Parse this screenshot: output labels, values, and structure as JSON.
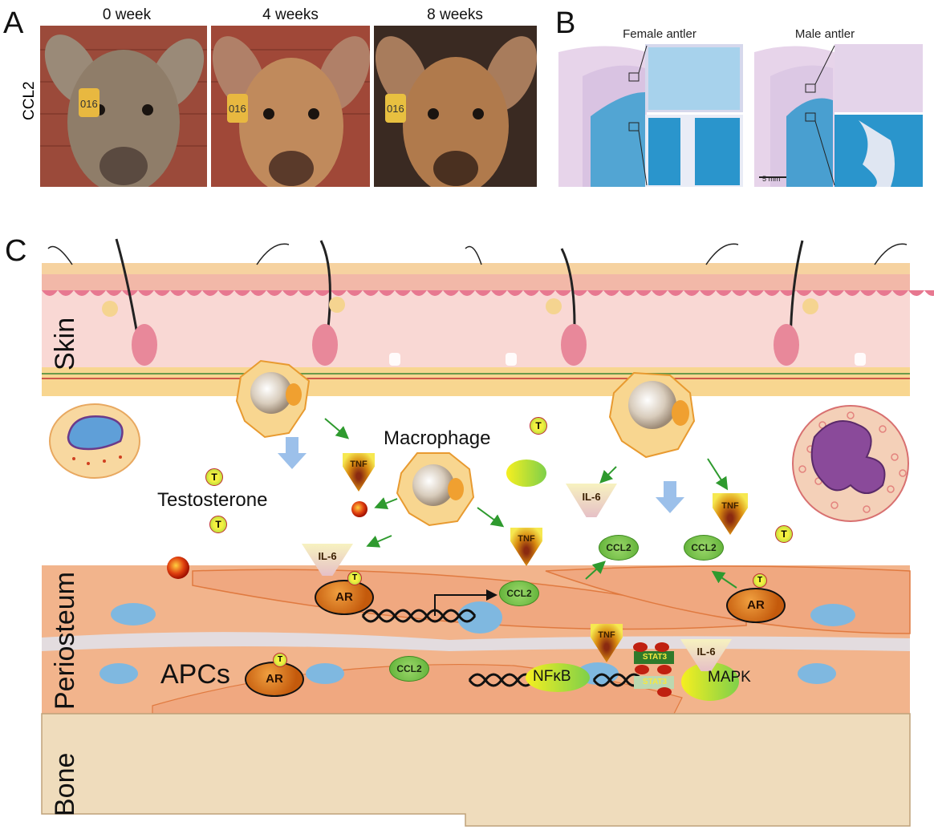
{
  "panel_a": {
    "letter": "A",
    "row_label": "CCL2",
    "weeks": [
      "0 week",
      "4 weeks",
      "8 weeks"
    ],
    "tag_text": "016"
  },
  "panel_b": {
    "letter": "B",
    "titles": [
      "Female antler",
      "Male antler"
    ],
    "scale_bar": "5 mm"
  },
  "panel_c": {
    "letter": "C",
    "layers": {
      "skin": "Skin",
      "periosteum": "Periosteum",
      "bone": "Bone"
    },
    "labels": {
      "macrophage": "Macrophage",
      "testosterone": "Testosterone",
      "apcs": "APCs",
      "tnf": "TNF",
      "il6": "IL-6",
      "ccl2": "CCL2",
      "ar": "AR",
      "t": "T",
      "nfkb": "NFκB",
      "mapk": "MAPK",
      "stat3": "STAT3"
    }
  },
  "colors": {
    "skin_epidermis": "#f2b8a8",
    "skin_dermis": "#f9d8d4",
    "periosteum": "#f2b48c",
    "bone": "#efdcbc",
    "ccl2": "#6cbf3e",
    "ar": "#c45a0c",
    "nucleus": "#7fb8e0",
    "arrow": "#2e9a2e"
  }
}
